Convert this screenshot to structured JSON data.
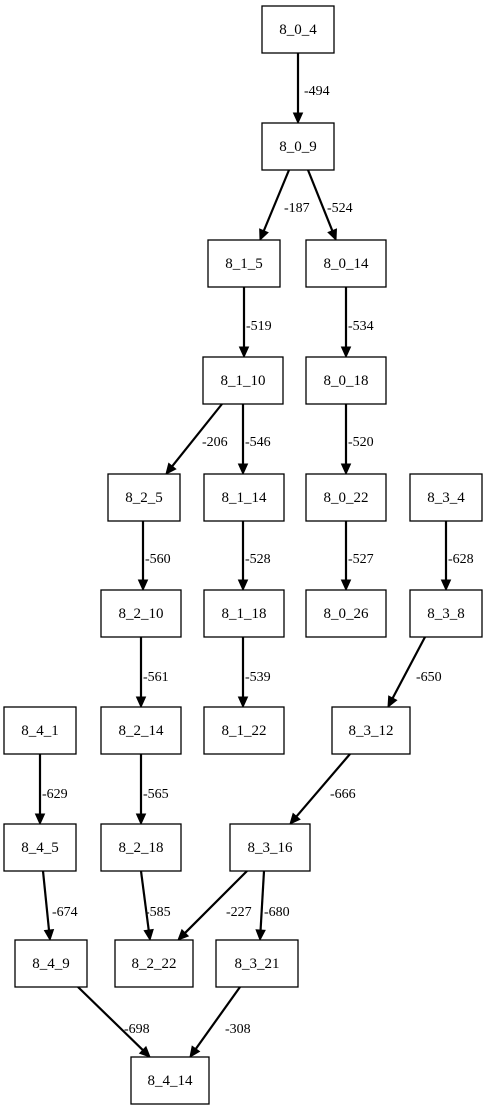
{
  "nodes": [
    {
      "id": "8_0_4",
      "label": "8_0_4"
    },
    {
      "id": "8_0_9",
      "label": "8_0_9"
    },
    {
      "id": "8_1_5",
      "label": "8_1_5"
    },
    {
      "id": "8_0_14",
      "label": "8_0_14"
    },
    {
      "id": "8_1_10",
      "label": "8_1_10"
    },
    {
      "id": "8_0_18",
      "label": "8_0_18"
    },
    {
      "id": "8_2_5",
      "label": "8_2_5"
    },
    {
      "id": "8_1_14",
      "label": "8_1_14"
    },
    {
      "id": "8_0_22",
      "label": "8_0_22"
    },
    {
      "id": "8_3_4",
      "label": "8_3_4"
    },
    {
      "id": "8_2_10",
      "label": "8_2_10"
    },
    {
      "id": "8_1_18",
      "label": "8_1_18"
    },
    {
      "id": "8_0_26",
      "label": "8_0_26"
    },
    {
      "id": "8_3_8",
      "label": "8_3_8"
    },
    {
      "id": "8_4_1",
      "label": "8_4_1"
    },
    {
      "id": "8_2_14",
      "label": "8_2_14"
    },
    {
      "id": "8_1_22",
      "label": "8_1_22"
    },
    {
      "id": "8_3_12",
      "label": "8_3_12"
    },
    {
      "id": "8_4_5",
      "label": "8_4_5"
    },
    {
      "id": "8_2_18",
      "label": "8_2_18"
    },
    {
      "id": "8_3_16",
      "label": "8_3_16"
    },
    {
      "id": "8_4_9",
      "label": "8_4_9"
    },
    {
      "id": "8_2_22",
      "label": "8_2_22"
    },
    {
      "id": "8_3_21",
      "label": "8_3_21"
    },
    {
      "id": "8_4_14",
      "label": "8_4_14"
    }
  ],
  "edges": [
    {
      "from": "8_0_4",
      "to": "8_0_9",
      "label": "-494"
    },
    {
      "from": "8_0_9",
      "to": "8_1_5",
      "label": "-187"
    },
    {
      "from": "8_0_9",
      "to": "8_0_14",
      "label": "-524"
    },
    {
      "from": "8_1_5",
      "to": "8_1_10",
      "label": "-519"
    },
    {
      "from": "8_0_14",
      "to": "8_0_18",
      "label": "-534"
    },
    {
      "from": "8_1_10",
      "to": "8_2_5",
      "label": "-206"
    },
    {
      "from": "8_1_10",
      "to": "8_1_14",
      "label": "-546"
    },
    {
      "from": "8_0_18",
      "to": "8_0_22",
      "label": "-520"
    },
    {
      "from": "8_2_5",
      "to": "8_2_10",
      "label": "-560"
    },
    {
      "from": "8_1_14",
      "to": "8_1_18",
      "label": "-528"
    },
    {
      "from": "8_0_22",
      "to": "8_0_26",
      "label": "-527"
    },
    {
      "from": "8_3_4",
      "to": "8_3_8",
      "label": "-628"
    },
    {
      "from": "8_2_10",
      "to": "8_2_14",
      "label": "-561"
    },
    {
      "from": "8_1_18",
      "to": "8_1_22",
      "label": "-539"
    },
    {
      "from": "8_3_8",
      "to": "8_3_12",
      "label": "-650"
    },
    {
      "from": "8_4_1",
      "to": "8_4_5",
      "label": "-629"
    },
    {
      "from": "8_2_14",
      "to": "8_2_18",
      "label": "-565"
    },
    {
      "from": "8_3_12",
      "to": "8_3_16",
      "label": "-666"
    },
    {
      "from": "8_4_5",
      "to": "8_4_9",
      "label": "-674"
    },
    {
      "from": "8_2_18",
      "to": "8_2_22",
      "label": "-585"
    },
    {
      "from": "8_3_16",
      "to": "8_2_22",
      "label": "-227"
    },
    {
      "from": "8_3_16",
      "to": "8_3_21",
      "label": "-680"
    },
    {
      "from": "8_4_9",
      "to": "8_4_14",
      "label": "-698"
    },
    {
      "from": "8_3_21",
      "to": "8_4_14",
      "label": "-308"
    }
  ]
}
